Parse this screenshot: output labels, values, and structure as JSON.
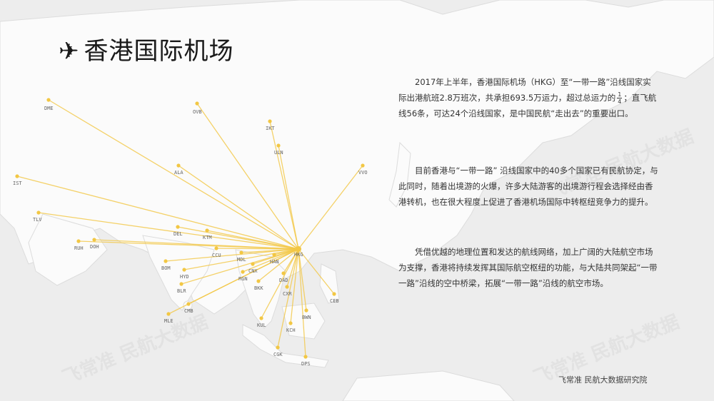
{
  "title": "香港国际机场",
  "paragraphs": {
    "p1_before_frac": "2017年上半年，香港国际机场（HKG）至“一带一路”沿线国家实际出港航班2.8万班次，共承担693.5万运力，超过总运力的",
    "p1_frac_num": "1",
    "p1_frac_den": "4",
    "p1_after_frac": "；直飞航线56条，可达24个沿线国家，是中国民航“走出去”的重要出口。",
    "p2": "目前香港与“一带一路” 沿线国家中的40多个国家已有民航协定，与此同时，随着出境游的火爆，许多大陆游客的出境游行程会选择经由香港转机，也在很大程度上促进了香港机场国际中转枢纽竞争力的提升。",
    "p3": "凭借优越的地理位置和发达的航线网络，加上广阔的大陆航空市场为支撑，香港将持续发挥其国际航空枢纽的功能，与大陆共同架起“一带一路”沿线的空中桥梁，拓展“一带一路”沿线的航空市场。"
  },
  "footer": "飞常准 民航大数据研究院",
  "watermark": "飞常准 民航大数据",
  "colors": {
    "route": "#f2c744",
    "hub_label": "#555555",
    "land": "#fafafa",
    "sea": "#ececec"
  },
  "map": {
    "hub": "HKG",
    "destinations": [
      "DME",
      "OVB",
      "IKT",
      "ULN",
      "ALA",
      "VVO",
      "IST",
      "TLV",
      "DEL",
      "KTM",
      "RUH",
      "DOH",
      "CCU",
      "MDL",
      "HAN",
      "CNX",
      "BOM",
      "HYD",
      "RGN",
      "DAD",
      "BKK",
      "BLR",
      "CXR",
      "CMB",
      "CEB",
      "BWN",
      "MLE",
      "KUL",
      "KCH",
      "CGK",
      "DPS"
    ]
  }
}
